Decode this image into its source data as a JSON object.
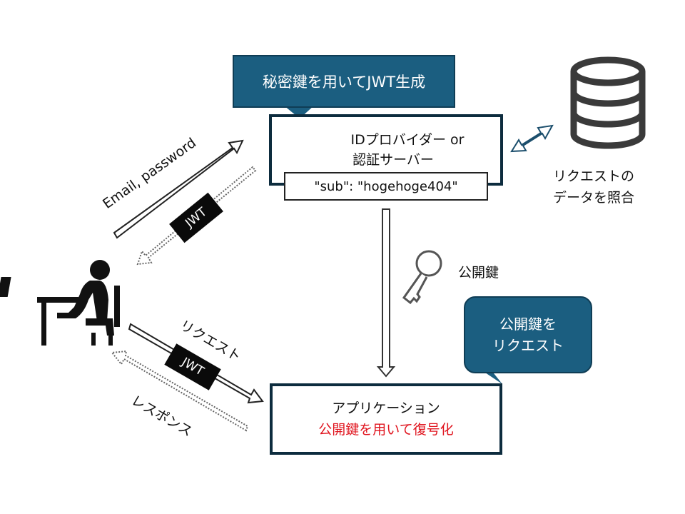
{
  "callouts": {
    "secret_key_jwt": "秘密鍵を用いてJWT生成",
    "request_public_key_line1": "公開鍵を",
    "request_public_key_line2": "リクエスト"
  },
  "id_provider": {
    "line1": "IDプロバイダー or",
    "line2": "認証サーバー",
    "claim": "\"sub\": \"hogehoge404\""
  },
  "database": {
    "label_line1": "リクエストの",
    "label_line2": "データを照合"
  },
  "public_key_label": "公開鍵",
  "application": {
    "line1": "アプリケーション",
    "line2": "公開鍵を用いて復号化"
  },
  "arrows": {
    "credentials": "Email, password",
    "jwt_token": "JWT",
    "request": "リクエスト",
    "request_jwt": "JWT",
    "response": "レスポンス"
  },
  "colors": {
    "callout_bg": "#1b5e80",
    "box_border": "#0d2c3e",
    "highlight_red": "#e0141e",
    "icon_gray": "#3a3a3a"
  },
  "icons": [
    "database-icon",
    "key-icon",
    "public-key-icon",
    "user-at-desk-icon"
  ]
}
